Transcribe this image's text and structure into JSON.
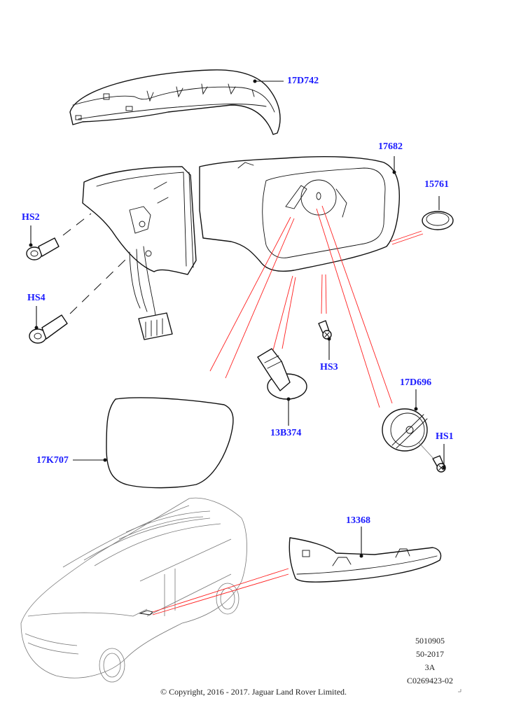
{
  "diagram": {
    "title": "Exterior mirror assembly - parts breakdown",
    "callouts": [
      {
        "id": "17D742",
        "label": "17D742",
        "part": "mirror-cover-cap"
      },
      {
        "id": "17682",
        "label": "17682",
        "part": "mirror-housing-assembly"
      },
      {
        "id": "15761",
        "label": "15761",
        "part": "cap-plug"
      },
      {
        "id": "HS2",
        "label": "HS2",
        "part": "screw"
      },
      {
        "id": "HS4",
        "label": "HS4",
        "part": "screw"
      },
      {
        "id": "HS3",
        "label": "HS3",
        "part": "screw"
      },
      {
        "id": "13B374",
        "label": "13B374",
        "part": "puddle-lamp"
      },
      {
        "id": "17D696",
        "label": "17D696",
        "part": "mirror-actuator-motor"
      },
      {
        "id": "HS1",
        "label": "HS1",
        "part": "screw"
      },
      {
        "id": "17K707",
        "label": "17K707",
        "part": "mirror-glass"
      },
      {
        "id": "13368",
        "label": "13368",
        "part": "side-repeater-lamp"
      }
    ],
    "reference": {
      "line1": "5010905",
      "line2": "50-2017",
      "line3": "3A",
      "line4": "C0269423-02"
    },
    "copyright": "© Copyright, 2016 - 2017. Jaguar Land Rover Limited.",
    "colors": {
      "callout_text": "#1a1aff",
      "reference_lines": "#ff2020",
      "linework": "#111111"
    }
  }
}
